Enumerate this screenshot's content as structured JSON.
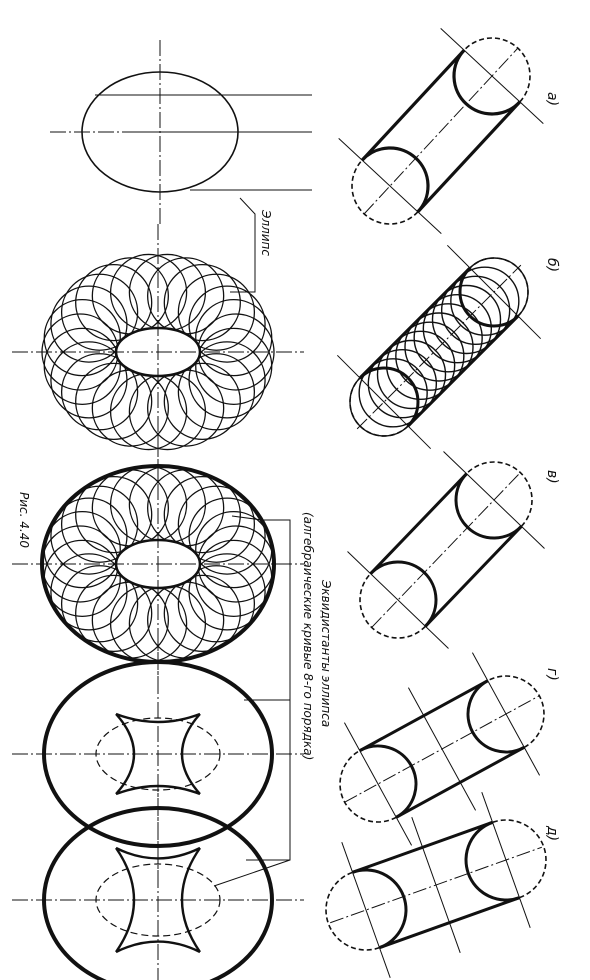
{
  "figure": {
    "caption": "Рис. 4.40",
    "ellipse_label": "Эллипс",
    "equidistant_label_line1": "Эквидистанты эллипса",
    "equidistant_label_line2": "(алгебраические кривые 8-го порядка)",
    "panels": [
      {
        "label": "а)"
      },
      {
        "label": "б)"
      },
      {
        "label": "в)"
      },
      {
        "label": "г)"
      },
      {
        "label": "д)"
      }
    ]
  },
  "colors": {
    "ink": "#111111",
    "paper": "#ffffff"
  }
}
